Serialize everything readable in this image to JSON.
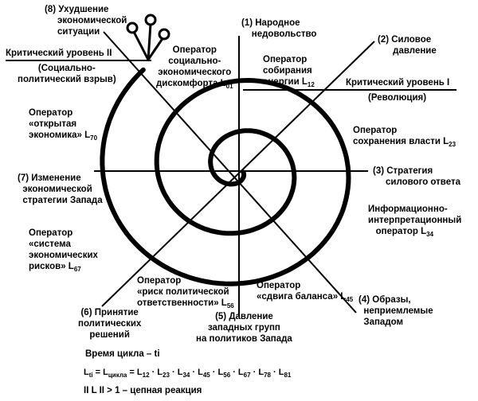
{
  "nodes": {
    "n1": [
      "(1) Народное",
      "недовольство"
    ],
    "n2": [
      "(2) Силовое",
      "давление"
    ],
    "n3": [
      "(3) Стратегия",
      "силового ответа"
    ],
    "n4": [
      "(4) Образы,",
      "неприемлемые",
      "Западом"
    ],
    "n5": [
      "(5) Давление",
      "западных групп",
      "на политиков Запада"
    ],
    "n6": [
      "(6) Принятие",
      "политических",
      "решений"
    ],
    "n7": [
      "(7) Изменение",
      "экономической",
      "стратегии Запада"
    ],
    "n8": [
      "(8) Ухудшение",
      "экономической",
      "ситуации"
    ]
  },
  "critical": {
    "level1": "Критический уровень I",
    "level1_note": "(Революция)",
    "level2": "Критический уровень II",
    "level2_note": [
      "(Социально-",
      "политический взрыв)"
    ]
  },
  "operators": {
    "l01": {
      "lines": [
        "Оператор",
        "социально-",
        "экономического",
        "дискомфорта L"
      ],
      "sub": "01"
    },
    "l12": {
      "lines": [
        "Оператор",
        "собирания",
        "энергии L"
      ],
      "sub": "12"
    },
    "l23": {
      "lines": [
        "Оператор",
        "сохранения власти L"
      ],
      "sub": "23"
    },
    "l34": {
      "lines": [
        "Информационно-",
        "интерпретационный",
        "оператор L"
      ],
      "sub": "34"
    },
    "l45": {
      "lines": [
        "Оператор",
        "«сдвига баланса»   L"
      ],
      "sub": "45"
    },
    "l56": {
      "lines": [
        "Оператор",
        "«риск политической",
        "ответственности» L"
      ],
      "sub": "56"
    },
    "l67": {
      "lines": [
        "Оператор",
        "«система",
        "экономических",
        "рисков» L"
      ],
      "sub": "67"
    },
    "l70": {
      "lines": [
        "Оператор",
        "«открытая",
        "экономика» L"
      ],
      "sub": "70"
    }
  },
  "formula": {
    "title": "Время цикла – ti",
    "eq_parts": [
      "L",
      "ti",
      " = L",
      "цикла",
      " = L",
      "12",
      " · L",
      "23",
      " · L",
      "34",
      " · L",
      "45",
      " · L",
      "56",
      " · L",
      "67",
      " · L",
      "78",
      " · L",
      "81"
    ],
    "condition": "II L II > 1 – цепная реакция"
  }
}
